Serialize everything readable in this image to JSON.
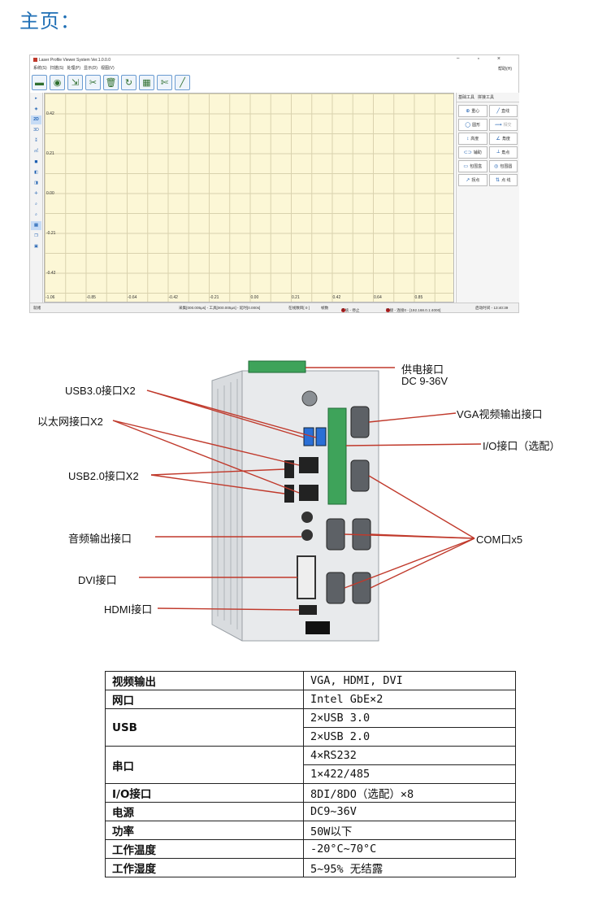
{
  "heading": "主页：",
  "app": {
    "title": "Laser Profile Viewer System Ver.1.0.0.0",
    "window_controls": "− ▫ ×",
    "menu": [
      "系统(S)",
      "扫描(S)",
      "处理(P)",
      "显示(D)",
      "视图(V)",
      "帮助(H)"
    ],
    "help": "帮助(H)",
    "toolbar_icons": [
      "monitor-icon",
      "camera-icon",
      "import-icon",
      "tools-icon",
      "trash-icon",
      "refresh-icon",
      "save-icon",
      "scissors-icon",
      "pen-icon"
    ],
    "toolbar_glyphs": [
      "▬",
      "◉",
      "⇲",
      "✂",
      "🗑",
      "↻",
      "▦",
      "✄",
      "╱"
    ],
    "side_items": [
      "▸",
      "◈",
      "2D",
      "3D",
      "⁑",
      "㎡",
      "◼",
      "◧",
      "◨",
      "✛",
      "⌕",
      "⌕",
      "▤",
      "❐",
      "▣"
    ],
    "active_side_items": [
      "2D",
      "▤"
    ],
    "y_ticks": [
      "0.42",
      "0.21",
      "0.00",
      "-0.21",
      "-0.42"
    ],
    "x_ticks": [
      "-1.06",
      "-0.85",
      "-0.64",
      "-0.42",
      "-0.21",
      "0.00",
      "0.21",
      "0.42",
      "0.64",
      "0.85"
    ],
    "panel_tabs": [
      "基础工具",
      "拼接工具"
    ],
    "panel_buttons": [
      {
        "icon": "⊕",
        "label": "重心",
        "disabled": false
      },
      {
        "icon": "╱",
        "label": "直线",
        "disabled": false
      },
      {
        "icon": "◯",
        "label": "圆形",
        "disabled": false
      },
      {
        "icon": "⟿",
        "label": "相交",
        "disabled": true
      },
      {
        "icon": "↕",
        "label": "高度",
        "disabled": false
      },
      {
        "icon": "∠",
        "label": "角度",
        "disabled": false
      },
      {
        "icon": "⊂⊃",
        "label": "辅助",
        "disabled": false
      },
      {
        "icon": "⟂",
        "label": "角点",
        "disabled": false
      },
      {
        "icon": "▭",
        "label": "包围盒",
        "disabled": false
      },
      {
        "icon": "◎",
        "label": "包围圆",
        "disabled": false
      },
      {
        "icon": "↗",
        "label": "拐点",
        "disabled": false
      },
      {
        "icon": "⇅",
        "label": "点 线",
        "disabled": false
      }
    ],
    "status": {
      "left": "就绪",
      "range": "采集[000.005μs] - 工具[000.005μs] - 延时[0.000s]",
      "data": "在线数目[ 0 ]",
      "frame": "帧数",
      "system": "系统 - 停止",
      "conn": "连接 - 连接0 - [192.168.0.1:4000]",
      "time": "启动时间 - 13:40:39"
    }
  },
  "device_labels": {
    "usb3": "USB3.0接口X2",
    "ethernet": "以太网接口X2",
    "usb2": "USB2.0接口X2",
    "audio": "音频输出接口",
    "dvi": "DVI接口",
    "hdmi": "HDMI接口",
    "power": "供电接口",
    "power_spec": "DC 9-36V",
    "vga": "VGA视频输出接口",
    "io": "I/O接口（选配）",
    "com": "COM口x5"
  },
  "colors": {
    "heading": "#1f6fb5",
    "arrow": "#c0392b",
    "plot_bg": "#fcf7d6"
  },
  "spec_rows": [
    {
      "key": "视频输出",
      "values": [
        "VGA, HDMI, DVI"
      ]
    },
    {
      "key": "网口",
      "values": [
        "Intel GbE×2"
      ]
    },
    {
      "key": "USB",
      "values": [
        "2×USB 3.0",
        "2×USB 2.0"
      ]
    },
    {
      "key": "串口",
      "values": [
        "4×RS232",
        "1×422/485"
      ]
    },
    {
      "key": "I/O接口",
      "values": [
        "8DI/8DO（选配）×8"
      ]
    },
    {
      "key": "电源",
      "values": [
        "DC9~36V"
      ]
    },
    {
      "key": "功率",
      "values": [
        "50W以下"
      ]
    },
    {
      "key": "工作温度",
      "values": [
        "-20°C~70°C"
      ]
    },
    {
      "key": "工作湿度",
      "values": [
        "5~95% 无结露"
      ]
    }
  ]
}
